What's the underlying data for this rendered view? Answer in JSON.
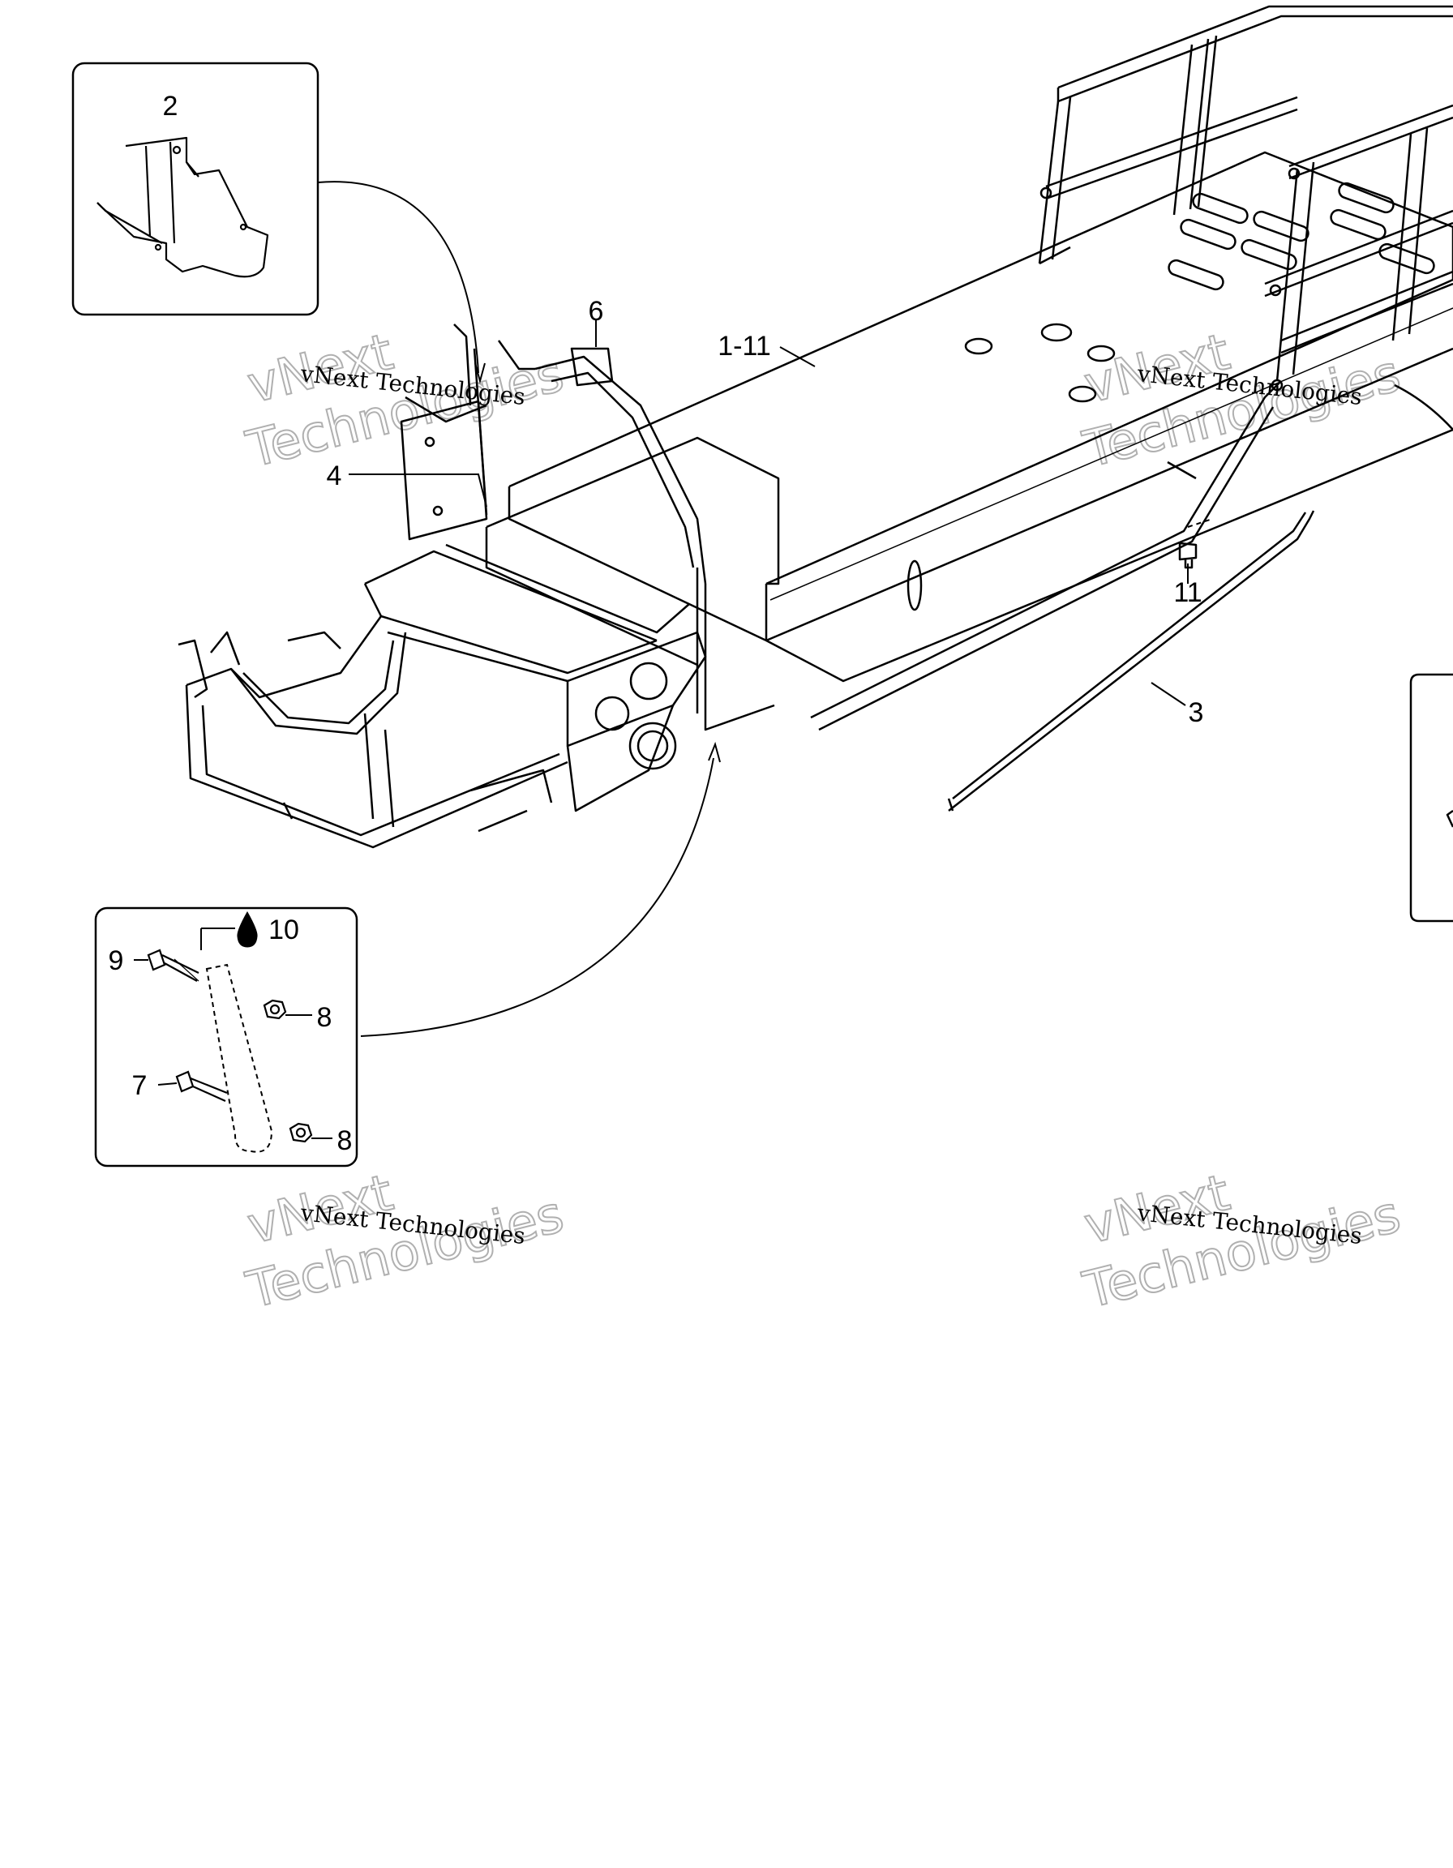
{
  "callouts": {
    "c1_11": "1-11",
    "c2": "2",
    "c3": "3",
    "c4": "4",
    "c6": "6",
    "c7": "7",
    "c8a": "8",
    "c8b": "8",
    "c9": "9",
    "c10": "10",
    "c11": "11"
  },
  "watermark": {
    "line_company": "vNext Technologies",
    "big_top": "vNext",
    "big_bottom": "Technologies"
  },
  "icons": {
    "drop": "liquid-drop-icon"
  },
  "colors": {
    "line": "#000000",
    "watermark": "#b0b0b0",
    "background": "#ffffff"
  }
}
